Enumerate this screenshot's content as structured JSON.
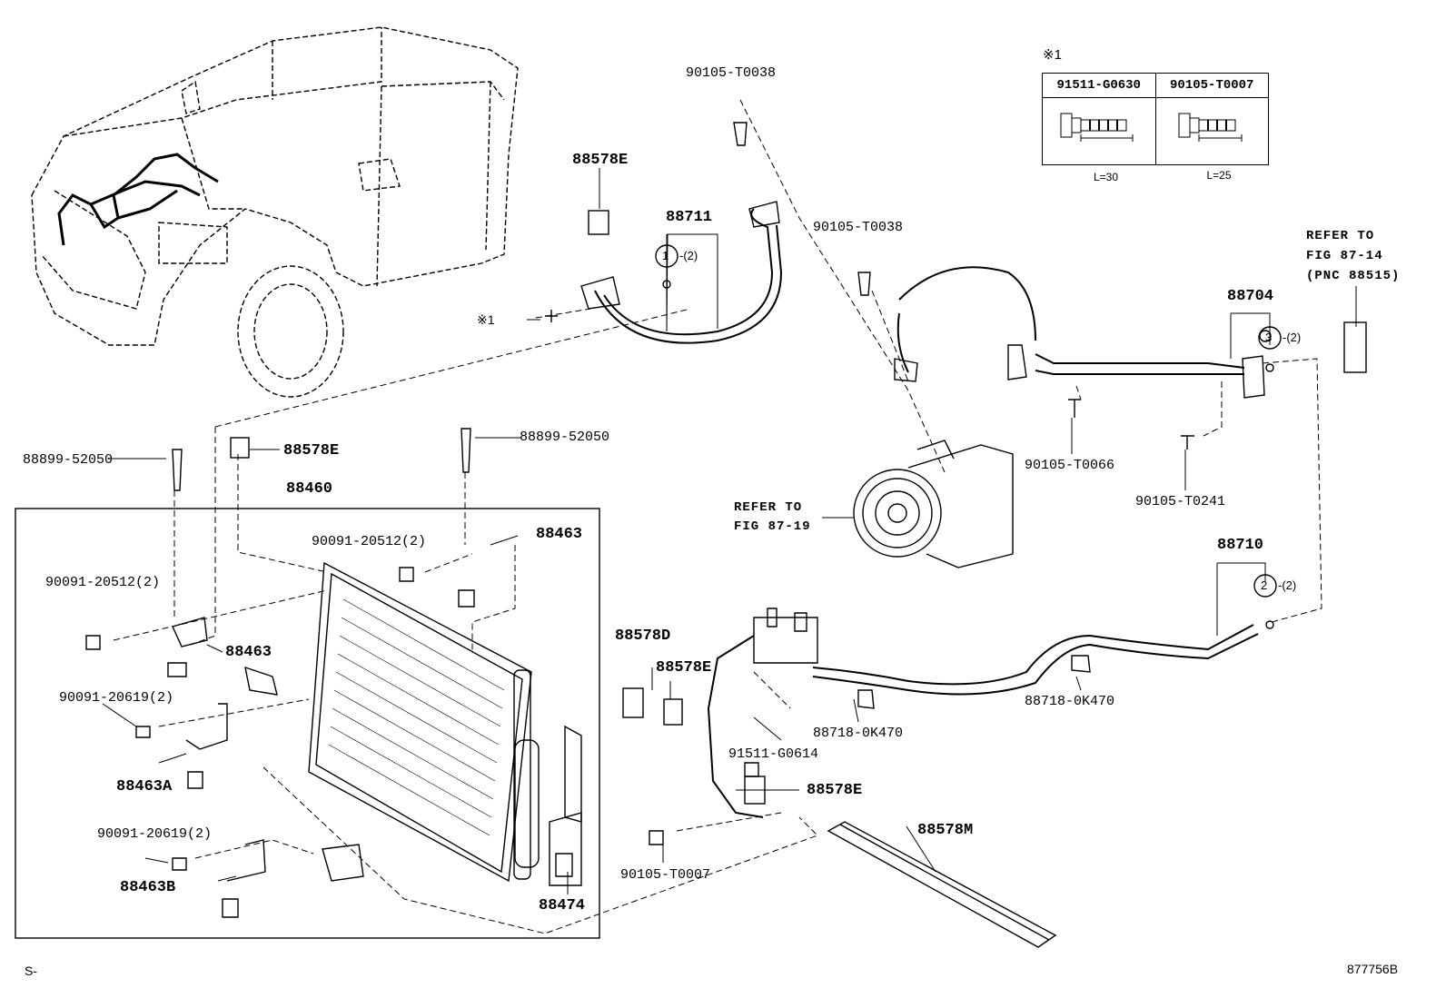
{
  "note_marker": "※1",
  "bolt_table": {
    "col1": {
      "part": "91511-G0630",
      "length": "L=30"
    },
    "col2": {
      "part": "90105-T0007",
      "length": "L=25"
    }
  },
  "labels": {
    "p90105_T0038_top": "90105-T0038",
    "p88578E_top": "88578E",
    "p88711": "88711",
    "p88711_qty": "-(2)",
    "circle1": "1",
    "note1_ref": "※1",
    "p90105_T0038_mid": "90105-T0038",
    "refer_87_14_l1": "REFER TO",
    "refer_87_14_l2": "FIG 87-14",
    "refer_87_14_l3": "(PNC 88515)",
    "p88704": "88704",
    "circle3": "3",
    "p88704_qty": "-(2)",
    "p88899_52050_left": "88899-52050",
    "p88578E_mid": "88578E",
    "p88899_52050_right": "88899-52050",
    "p90105_T0066": "90105-T0066",
    "p90105_T0241": "90105-T0241",
    "p88460": "88460",
    "refer_87_19_l1": "REFER TO",
    "refer_87_19_l2": "FIG 87-19",
    "p90091_20512_top": "90091-20512(2)",
    "p88463_top": "88463",
    "p88710": "88710",
    "circle2": "2",
    "p88710_qty": "-(2)",
    "p90091_20512_left": "90091-20512(2)",
    "p88463_left": "88463",
    "p88578D": "88578D",
    "p88578E_lower": "88578E",
    "p88718_0K470_right": "88718-0K470",
    "p90091_20619_top": "90091-20619(2)",
    "p88718_0K470_mid": "88718-0K470",
    "p91511_G0614": "91511-G0614",
    "p88463A": "88463A",
    "p88578E_bottom": "88578E",
    "p88578M": "88578M",
    "p90091_20619_bottom": "90091-20619(2)",
    "p88463B": "88463B",
    "p90105_T0007": "90105-T0007",
    "p88474": "88474",
    "footer_left": "S-",
    "footer_right": "877756B"
  }
}
